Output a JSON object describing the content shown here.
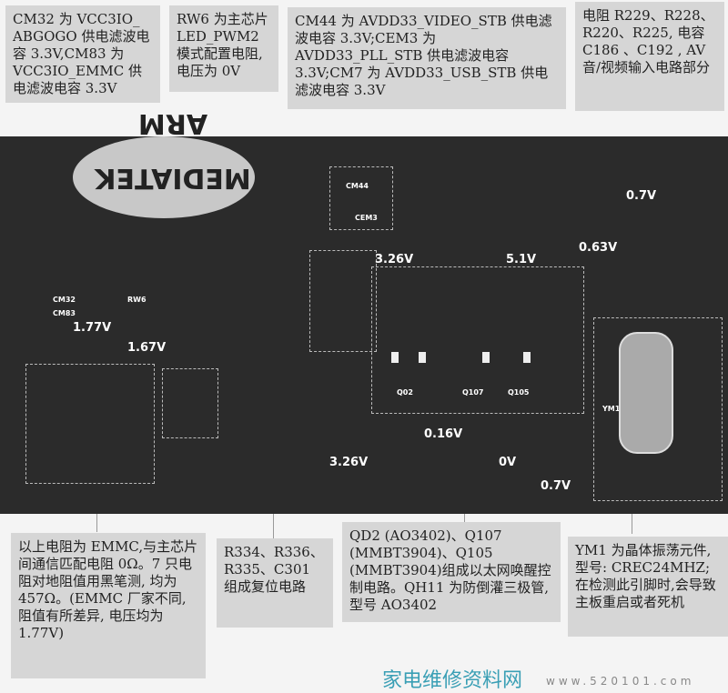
{
  "callouts": {
    "cm32": "CM32 为 VCC3IO_ ABGOGO 供电滤波电容 3.3V,CM83 为 VCC3IO_EMMC 供电滤波电容 3.3V",
    "rw6": "RW6 为主芯片 LED_PWM2 模式配置电阻,电压为 0V",
    "cm44": "CM44 为 AVDD33_VIDEO_STB 供电滤波电容 3.3V;CEM3 为 AVDD33_PLL_STB 供电滤波电容 3.3V;CM7 为 AVDD33_USB_STB 供电滤波电容 3.3V",
    "r229": "电阻 R229、R228、R220、R225, 电容 C186 、C192 , AV 音/视频输入电路部分",
    "emmc": "以上电阻为 EMMC,与主芯片间通信匹配电阻 0Ω。7 只电阻对地阻值用黑笔测, 均为 457Ω。(EMMC 厂家不同,阻值有所差异, 电压均为 1.77V)",
    "reset": "R334、R336、R335、C301 组成复位电路",
    "qd2": "QD2 (AO3402)、Q107 (MMBT3904)、Q105 (MMBT3904)组成以太网唤醒控制电路。QH11 为防倒灌三极管,型号 AO3402",
    "ym1": "YM1 为晶体振荡元件, 型号: CREC24MHZ;在检测此引脚时,会导致主板重启或者死机"
  },
  "pcb": {
    "chip_logo": "MEDIATEK ARM",
    "voltages": {
      "v177": "1.77V",
      "v167": "1.67V",
      "v326a": "3.26V",
      "v51": "5.1V",
      "v063": "0.63V",
      "v07a": "0.7V",
      "v016": "0.16V",
      "v326b": "3.26V",
      "v0": "0V",
      "v07b": "0.7V"
    },
    "labels": {
      "cm44": "CM44",
      "cem3": "CEM3",
      "cm32": "CM32",
      "cm83": "CM83",
      "rw6": "RW6",
      "qd2": "Q02",
      "q107": "Q107",
      "q105": "Q105",
      "ym1": "YM1"
    }
  },
  "watermark": {
    "text": "家电维修资料网",
    "url": "www.520101.com"
  }
}
